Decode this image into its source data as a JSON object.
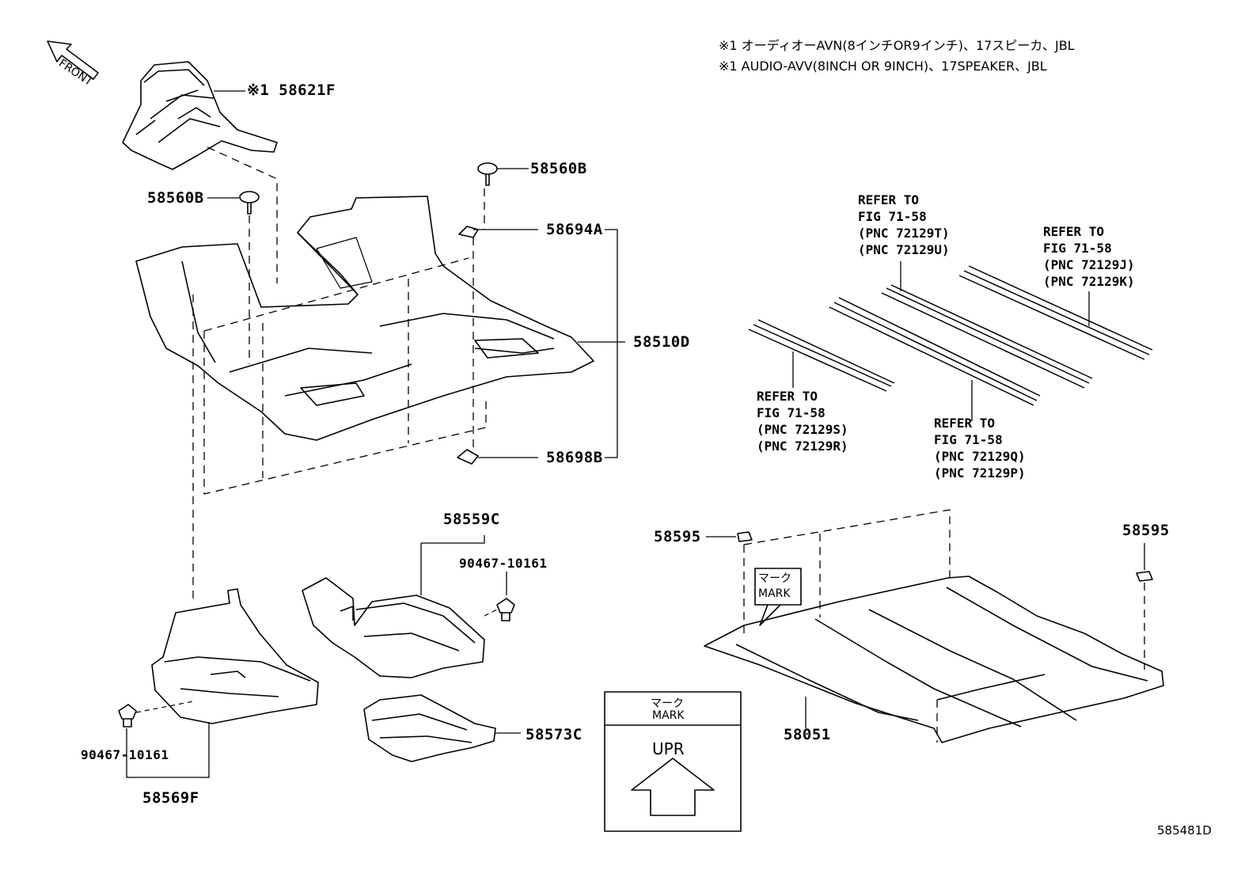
{
  "notes": {
    "line1": "※1 オーディオーAVN(8インチOR9インチ)、17スピーカ、JBL",
    "line2": "※1 AUDIO-AVV(8INCH OR 9INCH)、17SPEAKER、JBL"
  },
  "front_label": "FRONT",
  "parts": {
    "p58621F": "※1 58621F",
    "p58560B_left": "58560B",
    "p58560B_right": "58560B",
    "p58694A": "58694A",
    "p58510D": "58510D",
    "p58698B": "58698B",
    "p58559C": "58559C",
    "p90467_upper": "90467-10161",
    "p90467_lower": "90467-10161",
    "p58569F": "58569F",
    "p58573C": "58573C",
    "p58595_left": "58595",
    "p58595_right": "58595",
    "p58051": "58051"
  },
  "refs": {
    "ref_T": [
      "REFER TO",
      "FIG 71-58",
      "(PNC 72129T)",
      "(PNC 72129U)"
    ],
    "ref_J": [
      "REFER TO",
      "FIG 71-58",
      "(PNC 72129J)",
      "(PNC 72129K)"
    ],
    "ref_S": [
      "REFER TO",
      "FIG 71-58",
      "(PNC 72129S)",
      "(PNC 72129R)"
    ],
    "ref_Q": [
      "REFER TO",
      "FIG 71-58",
      "(PNC 72129Q)",
      "(PNC 72129P)"
    ]
  },
  "mark_callout": {
    "jp": "マーク",
    "en": "MARK"
  },
  "mark_legend": {
    "jp": "マーク",
    "en": "MARK",
    "arrow_text": "UPR"
  },
  "diagram_id": "585481D"
}
